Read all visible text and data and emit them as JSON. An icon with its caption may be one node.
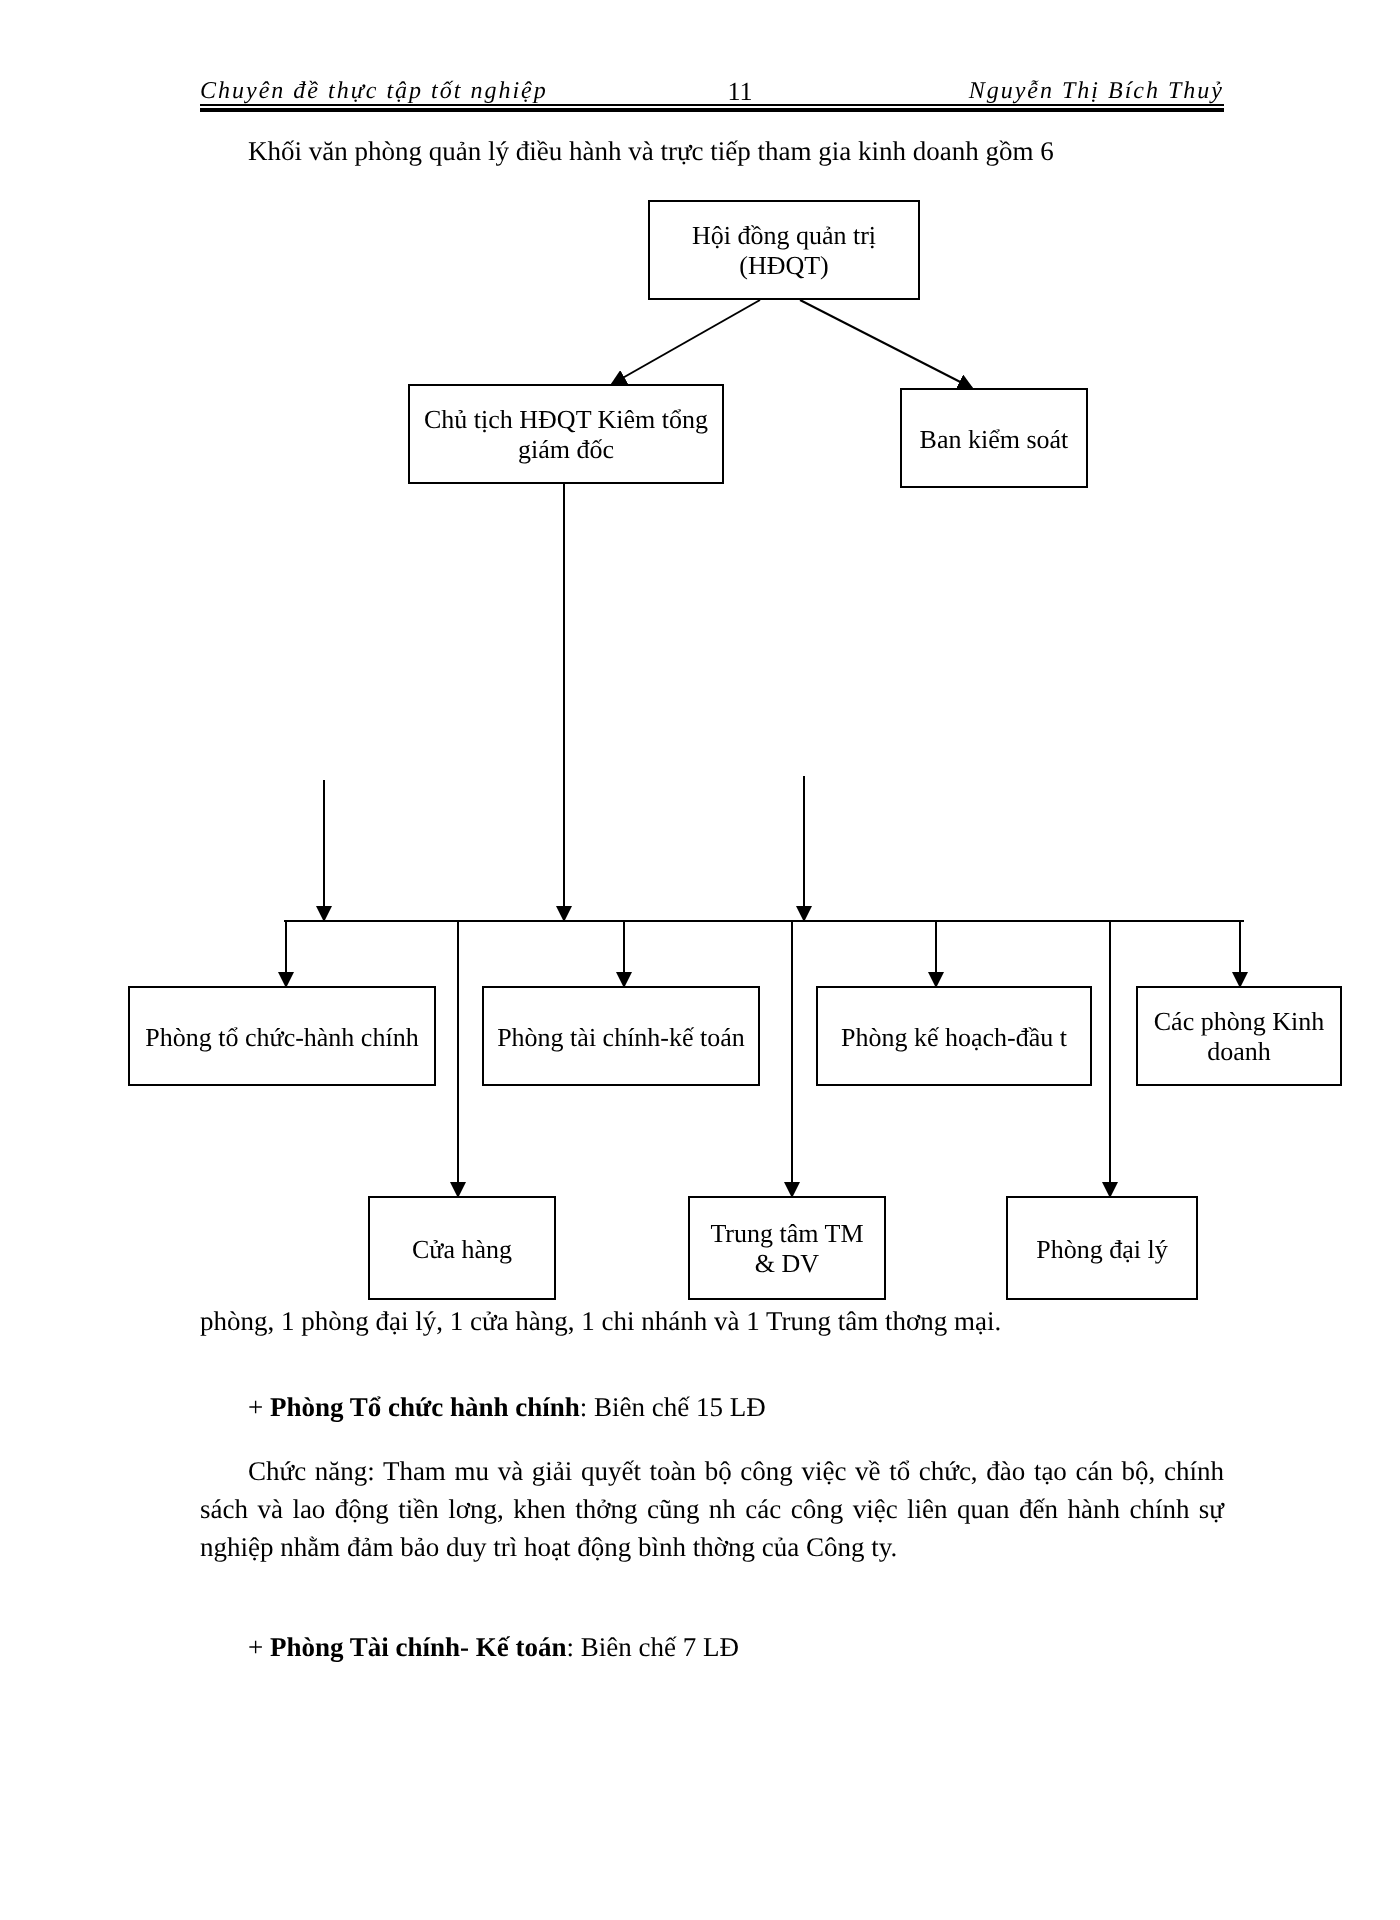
{
  "diagram": {
    "nodes": [
      {
        "text": [
          "Hội đồng quản trị (HĐQT)"
        ]
      },
      {
        "text": [
          "Chủ tịch HĐQT Kiêm tổng giám đốc"
        ]
      },
      {
        "text": [
          "Ban kiểm soát"
        ]
      },
      {
        "text": [],
        "shape": "bar"
      },
      {
        "text": [
          "Phòng tổ chức-hành chính"
        ]
      },
      {
        "text": [
          "Phòng tài chính-kế toán"
        ]
      },
      {
        "text": [
          "Phòng kế hoạch-đầu t"
        ]
      },
      {
        "text": [
          "Các phòng Kinh doanh"
        ]
      },
      {
        "text": [
          "Cửa hàng"
        ]
      },
      {
        "text": [
          "Trung tâm TM & DV"
        ]
      },
      {
        "text": [
          "Phòng đại lý"
        ]
      }
    ],
    "edges": [
      {
        "from": 0,
        "to": 1,
        "arrow": "to"
      },
      {
        "from": 0,
        "to": 2,
        "arrow": "to"
      },
      {
        "from": 1,
        "to": 3,
        "arrow": "to"
      },
      {
        "from": null,
        "to": 3,
        "arrow": "to"
      },
      {
        "from": null,
        "to": 3,
        "arrow": "to"
      },
      {
        "from": 3,
        "to": 4,
        "arrow": "to"
      },
      {
        "from": 3,
        "to": 8,
        "arrow": "to"
      },
      {
        "from": 3,
        "to": 5,
        "arrow": "to"
      },
      {
        "from": 3,
        "to": 9,
        "arrow": "to"
      },
      {
        "from": 3,
        "to": 6,
        "arrow": "to"
      },
      {
        "from": 3,
        "to": 10,
        "arrow": "to"
      },
      {
        "from": 3,
        "to": 7,
        "arrow": "to"
      }
    ],
    "labels": [
      "Chuyên đề thực tập tốt nghiệp",
      "11",
      "Nguyễn Thị Bích Thuỷ",
      "Khối văn phòng quản lý điều hành và trực tiếp tham gia kinh doanh gồm 6",
      "phòng, 1 phòng đại lý, 1 cửa hàng, 1 chi nhánh và 1 Trung tâm thơng mại.",
      "+ **Phòng Tổ chức hành chính**: Biên chế 15 LĐ",
      "Chức năng: Tham mu và giải quyết toàn bộ công việc về tổ chức, đào tạo cán bộ, chính sách và lao động tiền lơng, khen thởng cũng nh các công việc liên quan đến hành chính sự nghiệp nhằm đảm bảo duy trì hoạt động bình thờng của Công ty.",
      "+ **Phòng Tài chính- Kế toán**: Biên chế 7 LĐ"
    ]
  }
}
